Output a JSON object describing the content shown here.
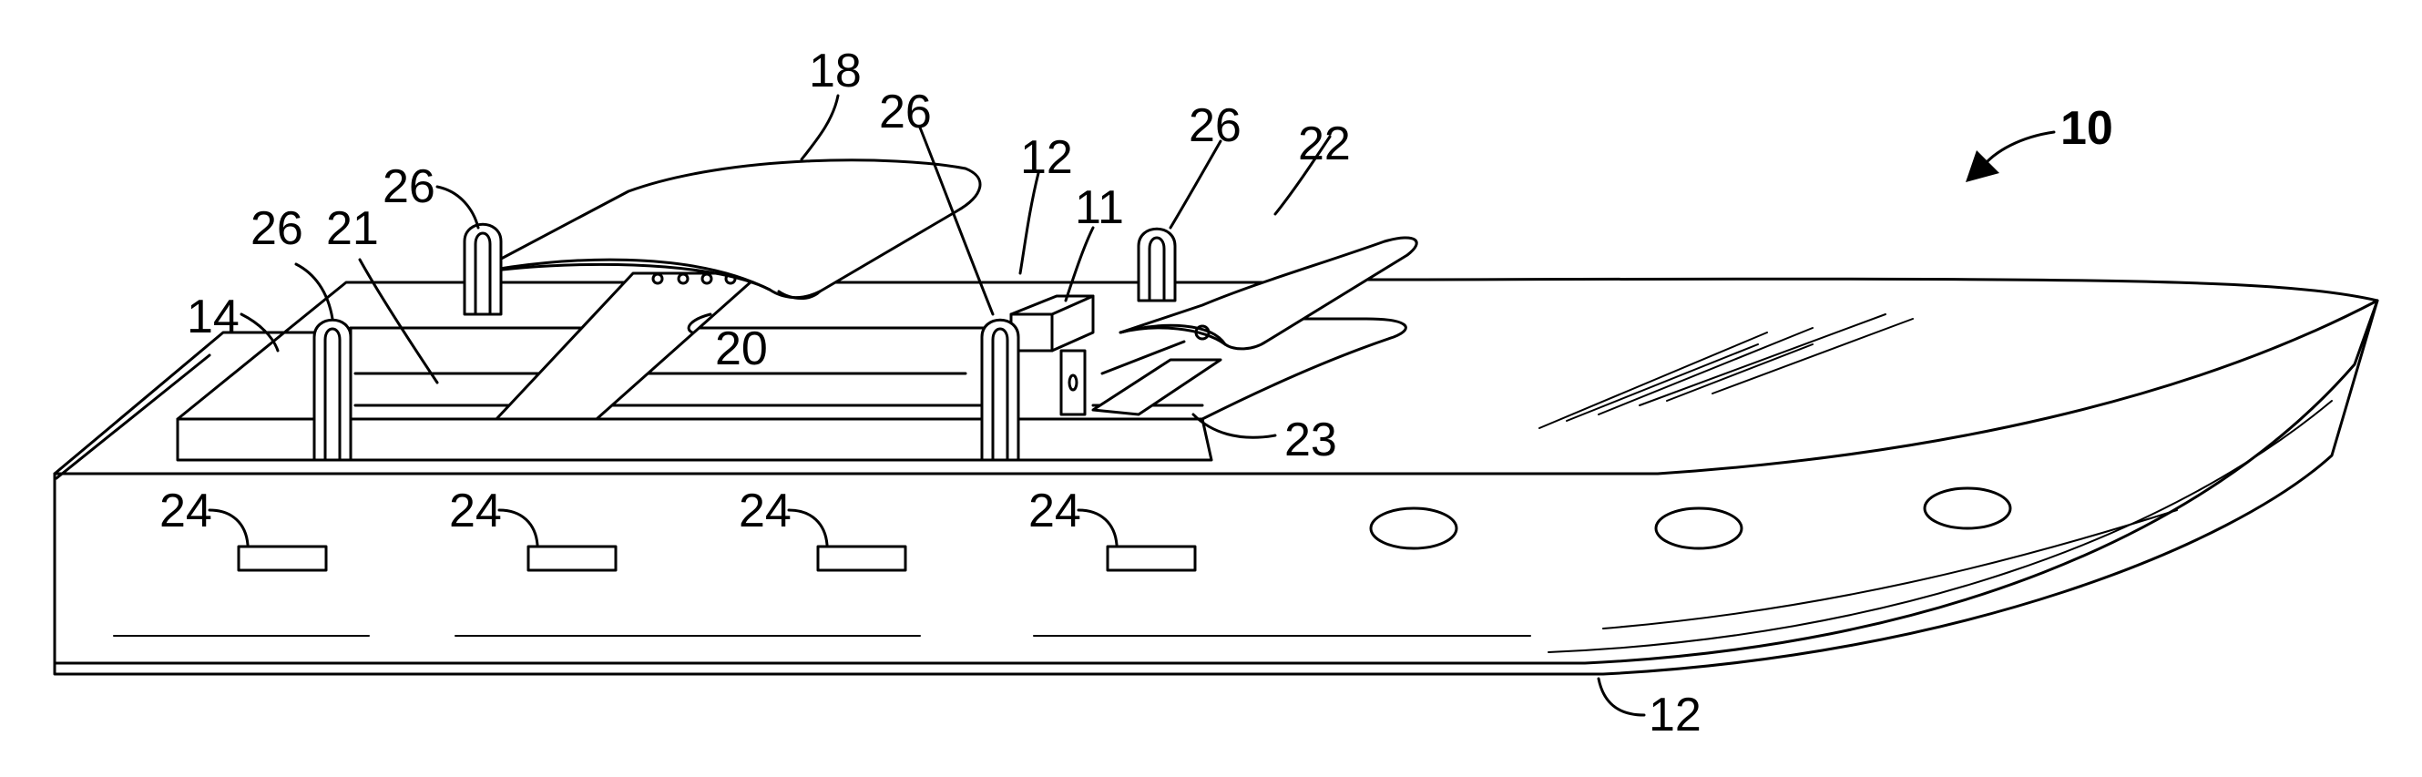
{
  "figure": {
    "labels": {
      "boat": "10",
      "actuator": "11",
      "hull_top": "12",
      "hull_bottom": "12",
      "deck_frame": "14",
      "wing_large": "18",
      "strut_large": "20",
      "frame": "21",
      "wing_small": "22",
      "strut_small": "23",
      "vent_1": "24",
      "vent_2": "24",
      "vent_3": "24",
      "vent_4": "24",
      "clamp_1": "26",
      "clamp_2": "26",
      "clamp_3": "26",
      "clamp_4": "26"
    },
    "colors": {
      "line": "#000000",
      "background": "#ffffff"
    }
  }
}
